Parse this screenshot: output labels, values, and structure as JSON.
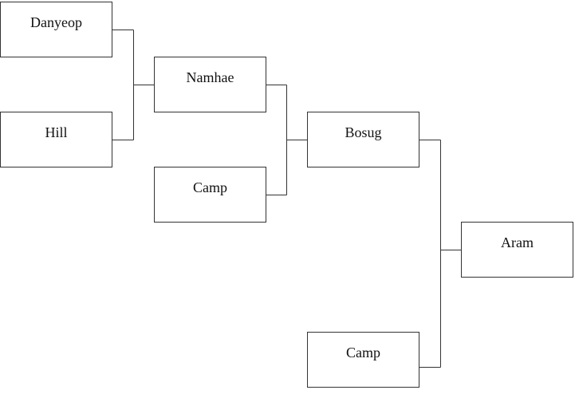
{
  "nodes": {
    "danyeop": {
      "label": "Danyeop"
    },
    "hill": {
      "label": "Hill"
    },
    "namhae": {
      "label": "Namhae"
    },
    "camp_1": {
      "label": "Camp"
    },
    "bosug": {
      "label": "Bosug"
    },
    "aram": {
      "label": "Aram"
    },
    "camp_2": {
      "label": "Camp"
    }
  },
  "edges": [
    {
      "from": "danyeop",
      "to": "namhae"
    },
    {
      "from": "hill",
      "to": "namhae"
    },
    {
      "from": "namhae",
      "to": "bosug"
    },
    {
      "from": "camp_1",
      "to": "bosug"
    },
    {
      "from": "bosug",
      "to": "aram"
    },
    {
      "from": "camp_2",
      "to": "aram"
    }
  ],
  "colors": {
    "line": "#333333",
    "border": "#333333",
    "text": "#111111"
  }
}
